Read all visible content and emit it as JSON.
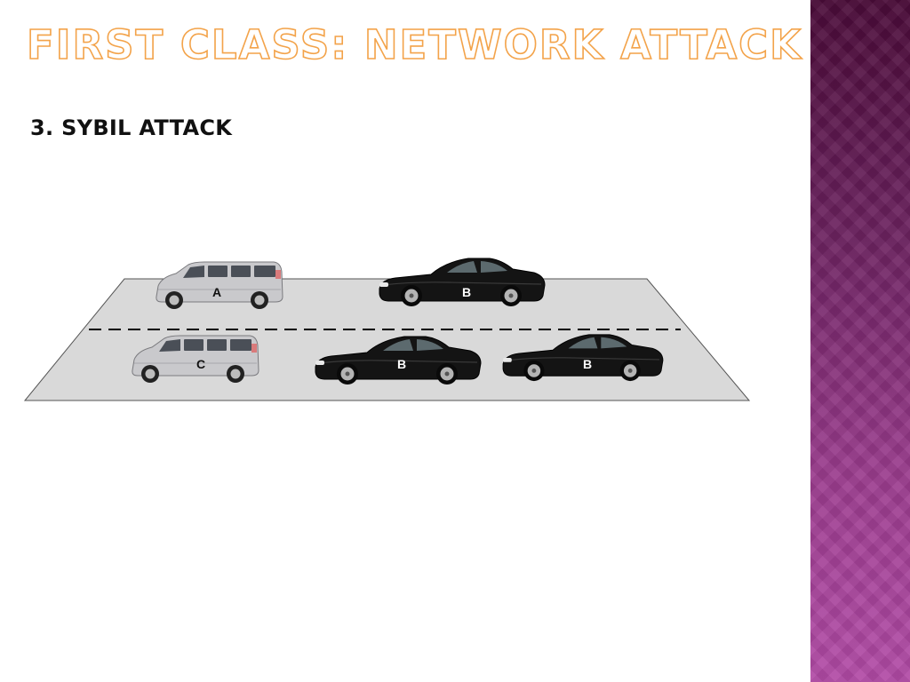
{
  "slide": {
    "title": "FIRST CLASS: NETWORK ATTACK",
    "subtitle": "3. SYBIL ATTACK"
  },
  "colors": {
    "title_fill": "#ffffff",
    "title_outline": "#f3a34a",
    "road": "#d9d9d9",
    "van": "#c9c9cc",
    "sports_car": "#141414",
    "side_band_top": "#4a0b38",
    "side_band_bottom": "#b24ba6"
  },
  "road": {
    "lane_divider": "dashed"
  },
  "vehicles": [
    {
      "label": "A",
      "type": "van",
      "lane": "top",
      "icon": "van-icon"
    },
    {
      "label": "B",
      "type": "sports-car",
      "lane": "top",
      "icon": "sports-car-icon"
    },
    {
      "label": "C",
      "type": "van",
      "lane": "bottom",
      "icon": "van-icon"
    },
    {
      "label": "B",
      "type": "sports-car",
      "lane": "bottom",
      "icon": "sports-car-icon"
    },
    {
      "label": "B",
      "type": "sports-car",
      "lane": "bottom",
      "icon": "sports-car-icon"
    }
  ]
}
